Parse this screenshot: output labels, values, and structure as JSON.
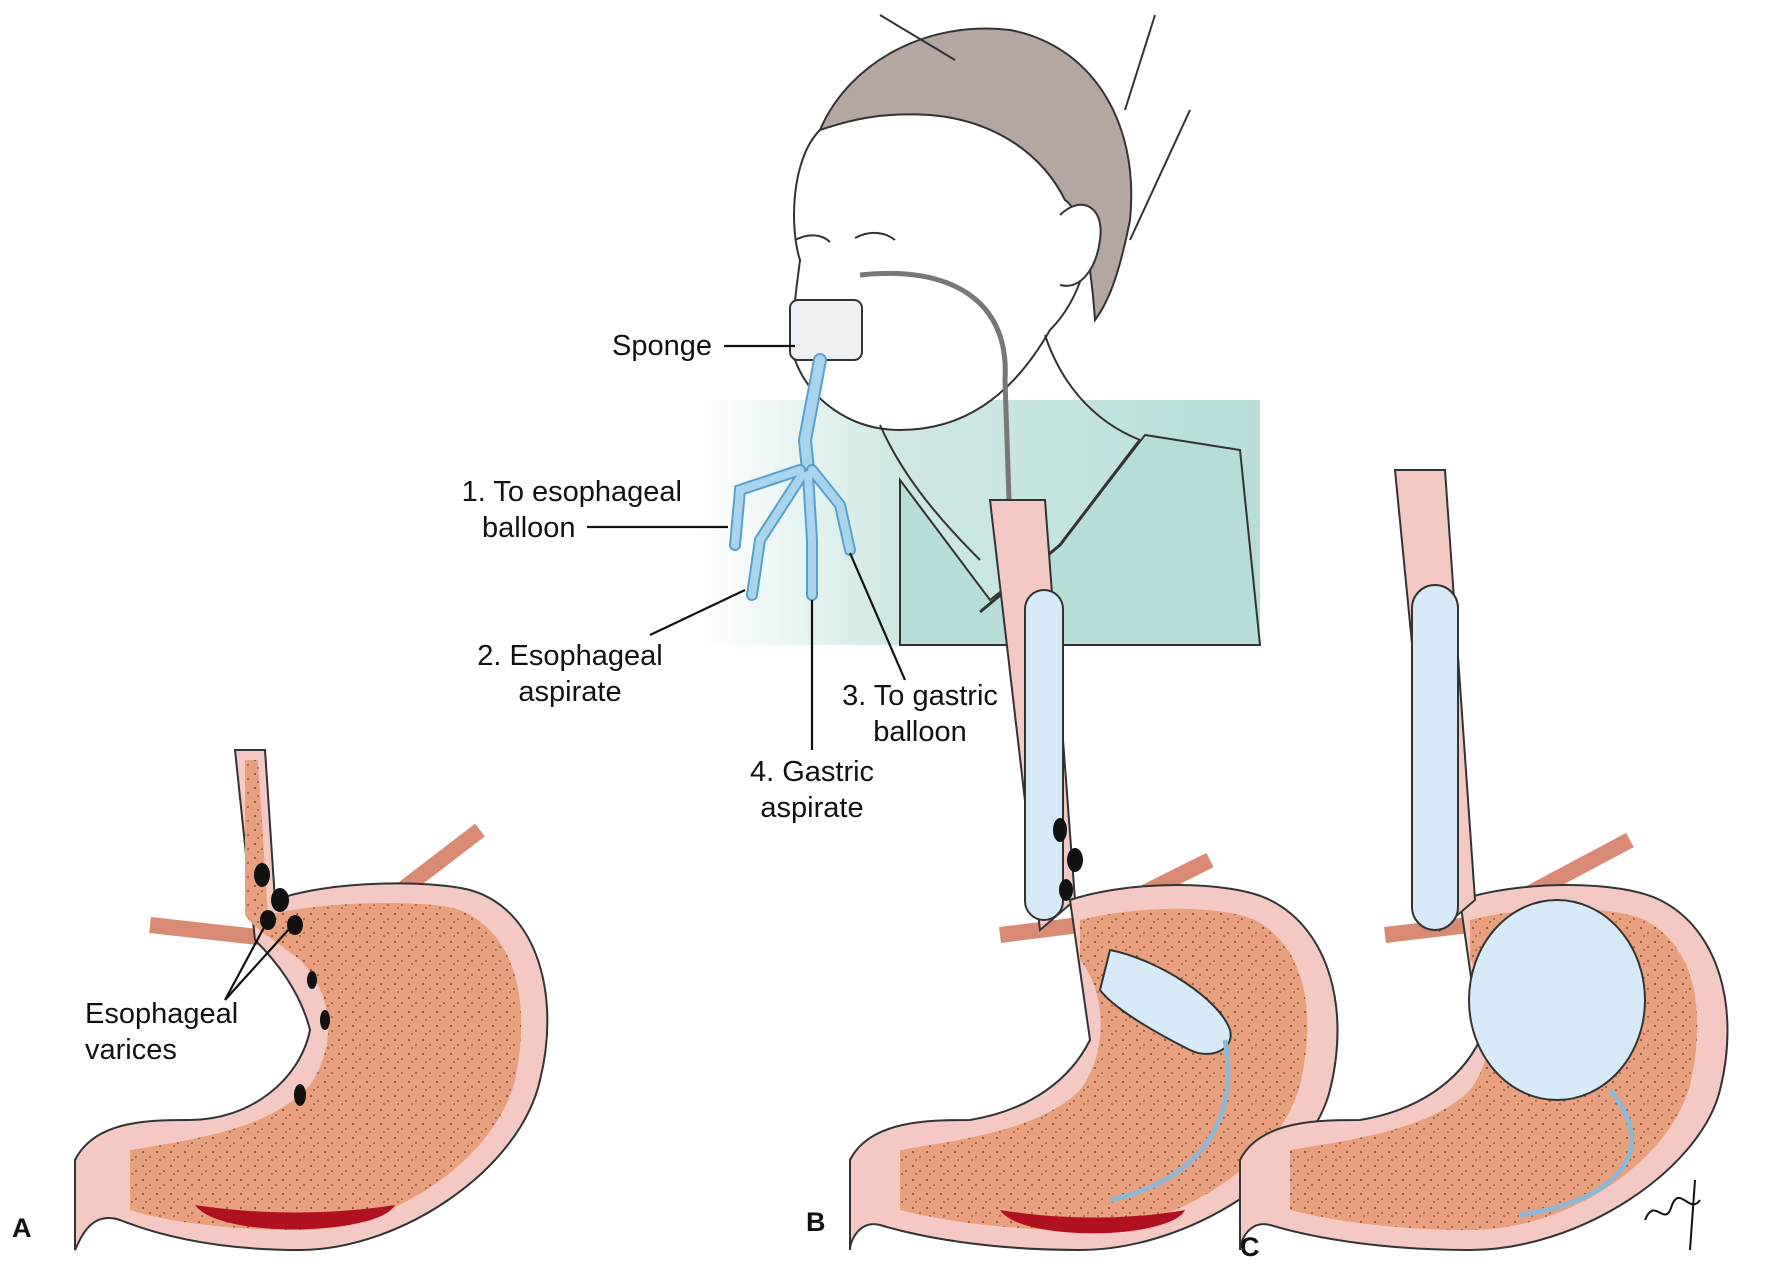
{
  "labels": {
    "sponge": "Sponge",
    "to_esophageal_balloon": [
      "1. To esophageal",
      "balloon"
    ],
    "esophageal_aspirate": [
      "2. Esophageal",
      "aspirate"
    ],
    "to_gastric_balloon": [
      "3. To gastric",
      "balloon"
    ],
    "gastric_aspirate": [
      "4. Gastric",
      "aspirate"
    ],
    "esophageal_varices": [
      "Esophageal",
      "varices"
    ]
  },
  "panels": {
    "a": "A",
    "b": "B",
    "c": "C"
  },
  "colors": {
    "stomach_tissue": "#e9a07e",
    "stomach_wall": "#f4c9c4",
    "blood": "#b01020",
    "tube": "#a8d4ef",
    "balloon": "#d6ebf7",
    "gown": "#bfe0dc",
    "hair": "#b4a6a0",
    "vessel": "#d88a74"
  }
}
